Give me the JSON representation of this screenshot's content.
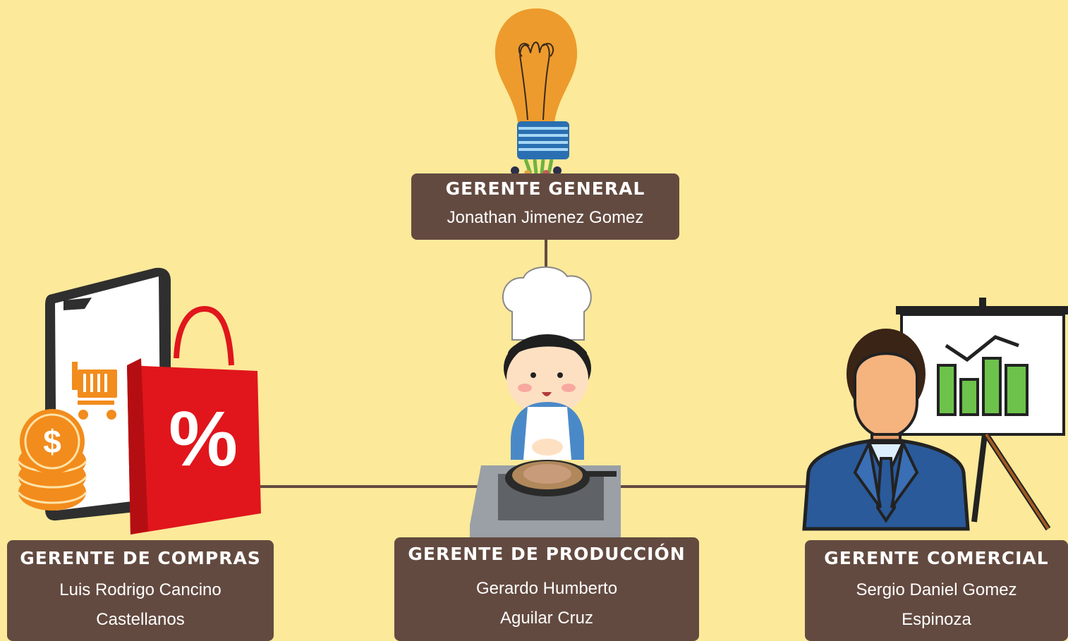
{
  "background_color": "#fce99a",
  "box_color": "#634a40",
  "nodes": {
    "general": {
      "role": "GERENTE GENERAL",
      "name": "Jonathan Jimenez Gomez",
      "icon": "lightbulb-icon"
    },
    "compras": {
      "role": "GERENTE DE COMPRAS",
      "name_lines": [
        "Luis Rodrigo Cancino",
        "Castellanos"
      ],
      "icon": "shopping-icon"
    },
    "produccion": {
      "role": "GERENTE DE PRODUCCIÓN",
      "name_lines": [
        "Gerardo Humberto",
        "Aguilar Cruz"
      ],
      "icon": "chef-icon"
    },
    "comercial": {
      "role": "GERENTE COMERCIAL",
      "name_lines": [
        "Sergio Daniel Gomez",
        "Espinoza"
      ],
      "icon": "businessman-chart-icon"
    }
  },
  "icon_text": {
    "percent": "%",
    "dollar": "$"
  }
}
